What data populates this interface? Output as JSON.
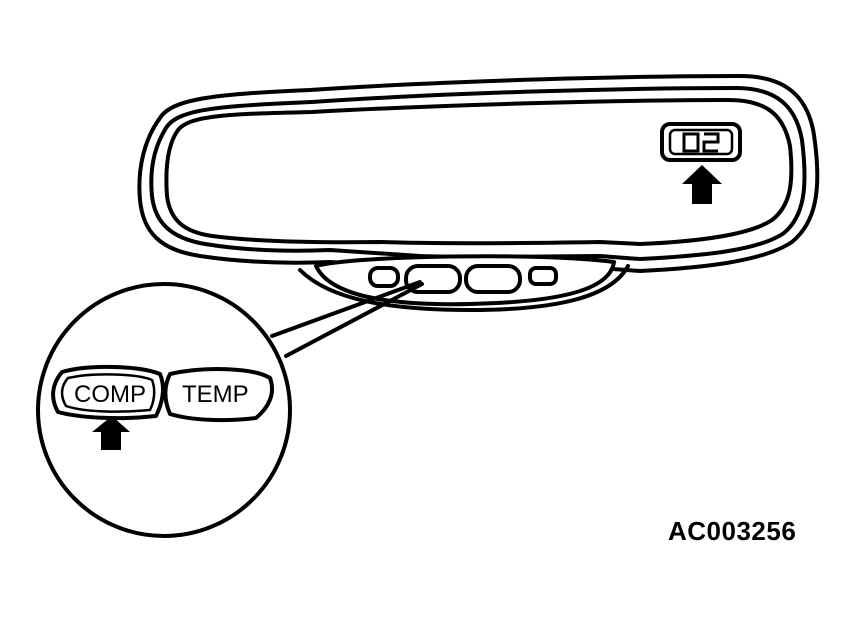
{
  "figure": {
    "code": "AC003256"
  },
  "mirror": {
    "display_reading": "02"
  },
  "callout": {
    "buttons": [
      {
        "label": "COMP"
      },
      {
        "label": "TEMP"
      }
    ]
  }
}
